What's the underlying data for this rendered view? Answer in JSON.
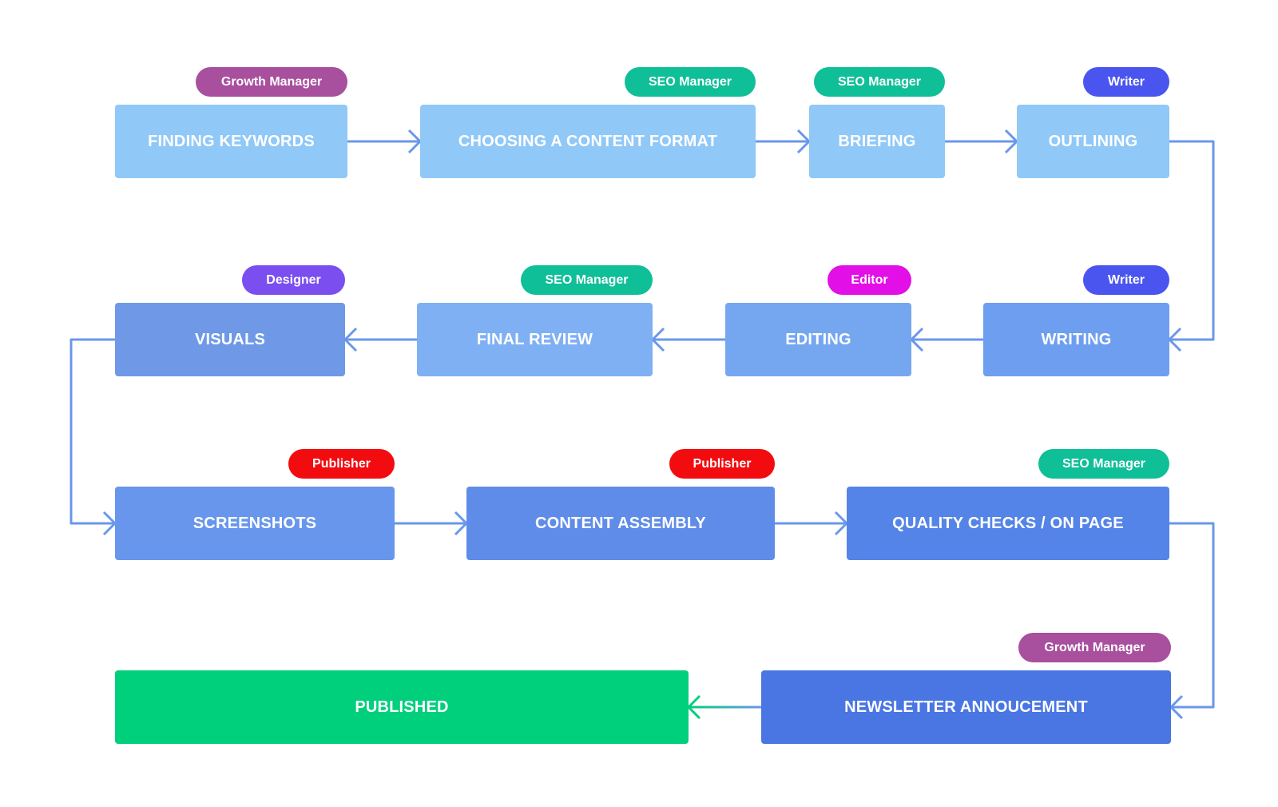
{
  "colors": {
    "growth_manager": "#a84f9e",
    "seo_manager": "#0fbf98",
    "writer": "#4a55f0",
    "designer": "#7b4ef0",
    "editor": "#e20fe6",
    "publisher": "#f20c10",
    "arrow": "#6a97ea",
    "published": "#00cf7c"
  },
  "steps": [
    {
      "label": "FINDING KEYWORDS",
      "color": "#90c8f7",
      "role": "Growth Manager",
      "role_color": "#a84f9e"
    },
    {
      "label": "CHOOSING A CONTENT FORMAT",
      "color": "#90c8f7",
      "role": "SEO Manager",
      "role_color": "#0fbf98"
    },
    {
      "label": "BRIEFING",
      "color": "#90c8f7",
      "role": "SEO Manager",
      "role_color": "#0fbf98"
    },
    {
      "label": "OUTLINING",
      "color": "#90c8f7",
      "role": "Writer",
      "role_color": "#4a55f0"
    },
    {
      "label": "WRITING",
      "color": "#6e9ef0",
      "role": "Writer",
      "role_color": "#4a55f0"
    },
    {
      "label": "EDITING",
      "color": "#75a7f1",
      "role": "Editor",
      "role_color": "#e20fe6"
    },
    {
      "label": "FINAL REVIEW",
      "color": "#7fb0f3",
      "role": "SEO Manager",
      "role_color": "#0fbf98"
    },
    {
      "label": "VISUALS",
      "color": "#6f99e7",
      "role": "Designer",
      "role_color": "#7b4ef0"
    },
    {
      "label": "SCREENSHOTS",
      "color": "#6796ec",
      "role": "Publisher",
      "role_color": "#f20c10"
    },
    {
      "label": "CONTENT ASSEMBLY",
      "color": "#5f8ce9",
      "role": "Publisher",
      "role_color": "#f20c10"
    },
    {
      "label": "QUALITY CHECKS / ON PAGE",
      "color": "#5484e7",
      "role": "SEO Manager",
      "role_color": "#0fbf98"
    },
    {
      "label": "NEWSLETTER ANNOUCEMENT",
      "color": "#4a76e3",
      "role": "Growth Manager",
      "role_color": "#a84f9e"
    },
    {
      "label": "PUBLISHED",
      "color": "#00cf7c",
      "role": "",
      "role_color": ""
    }
  ]
}
